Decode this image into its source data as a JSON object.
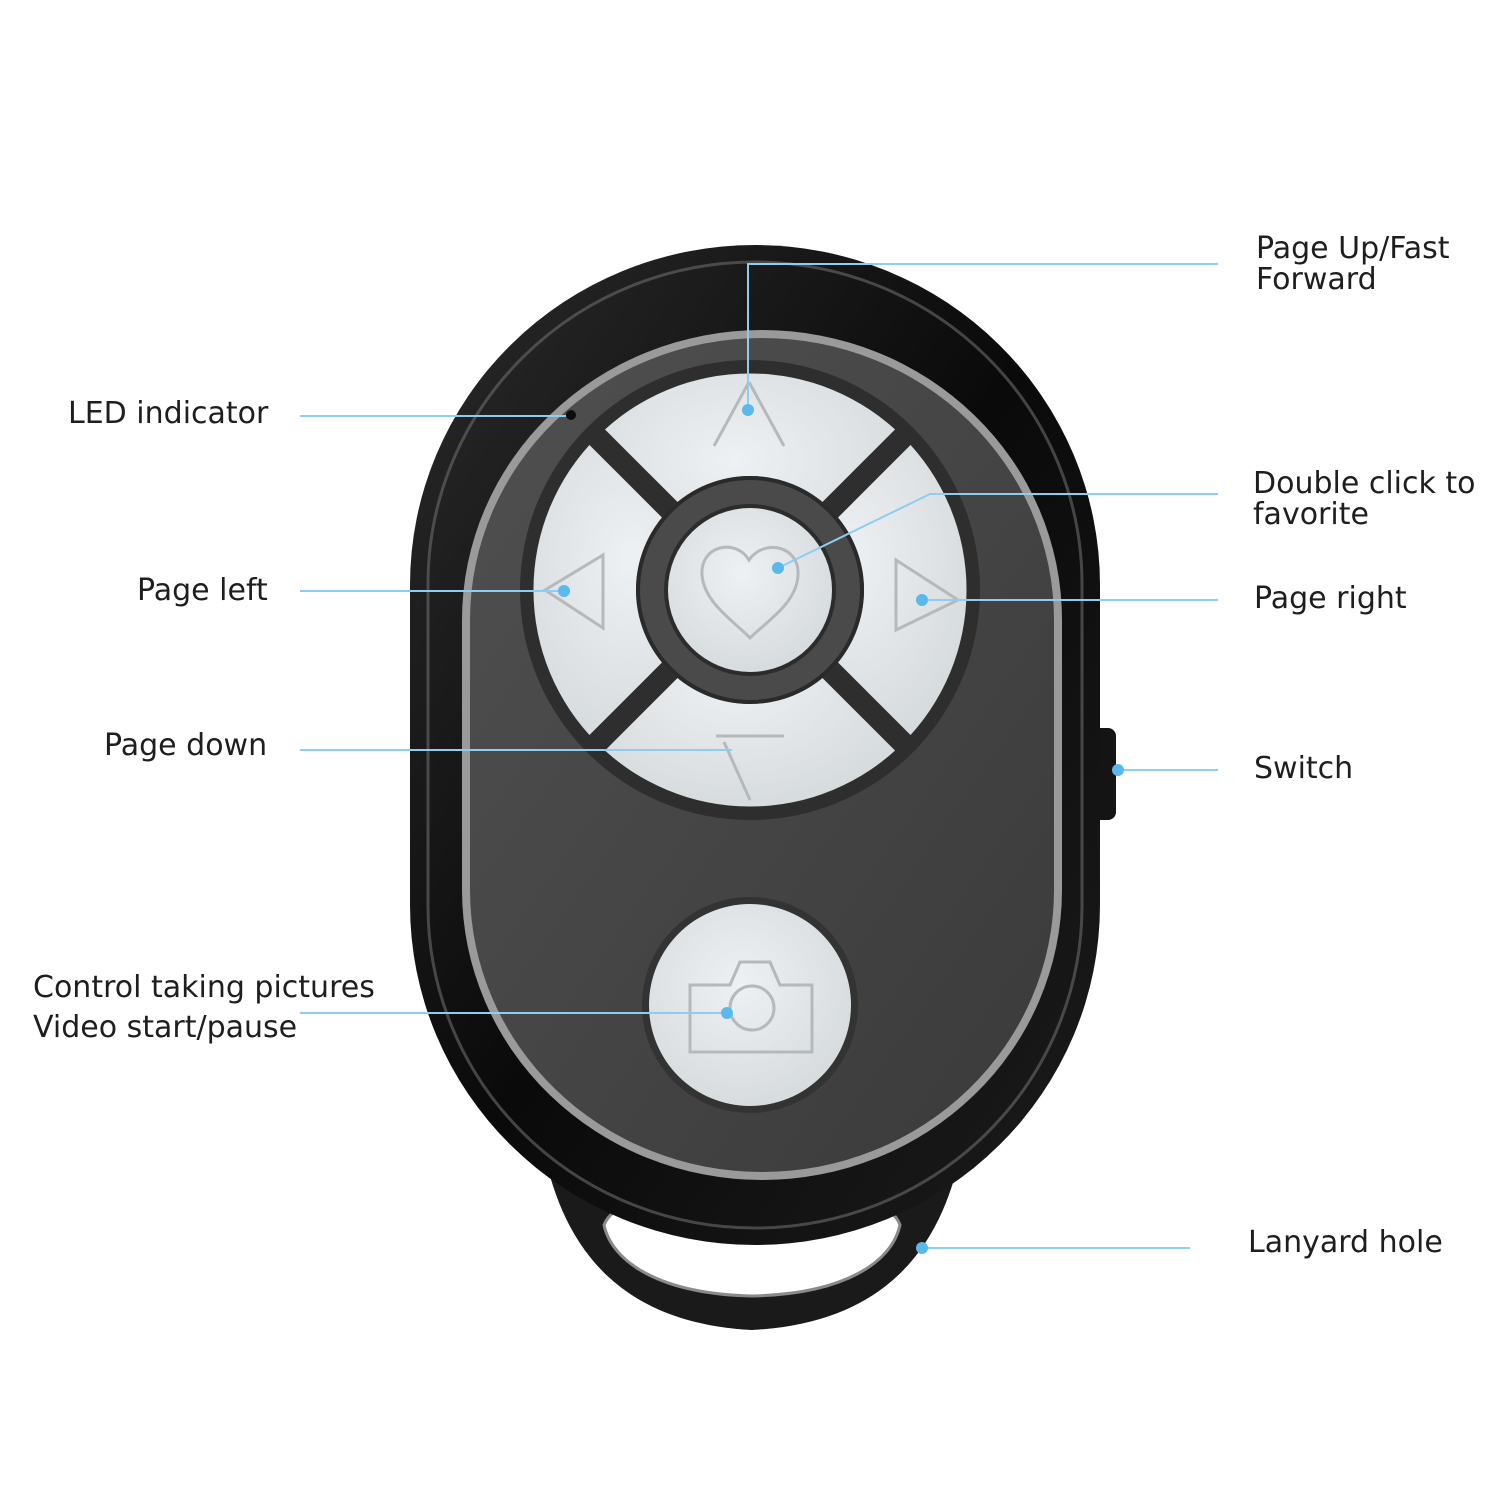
{
  "labels": {
    "led": "LED indicator",
    "page_left": "Page left",
    "page_down": "Page down",
    "camera_line1": "Control taking pictures",
    "camera_line2": "Video start/pause",
    "page_up_line1": "Page Up/Fast",
    "page_up_line2": "Forward",
    "favorite_line1": "Double click to",
    "favorite_line2": "favorite",
    "page_right": "Page right",
    "switch": "Switch",
    "lanyard": "Lanyard hole"
  },
  "colors": {
    "leader_line": "#8fcdf0",
    "leader_dot": "#5ab8ea",
    "body_outer": "#0e0e0e",
    "body_face": "#454545",
    "button": "#e2e6e8",
    "center_ring": "#3a3a3a"
  },
  "icons": [
    "heart-icon",
    "camera-icon",
    "arrow-up-icon",
    "arrow-down-icon",
    "arrow-left-icon",
    "arrow-right-icon"
  ]
}
